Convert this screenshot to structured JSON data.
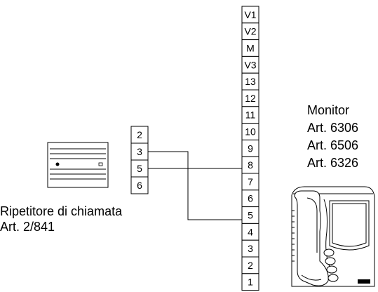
{
  "rep_terminals": [
    "2",
    "3",
    "5",
    "6"
  ],
  "mon_terminals": [
    "V1",
    "V2",
    "M",
    "V3",
    "13",
    "12",
    "11",
    "10",
    "9",
    "8",
    "7",
    "6",
    "5",
    "4",
    "3",
    "2",
    "1"
  ],
  "repeater": {
    "line1": "Ripetitore di chiamata",
    "line2": "Art. 2/841"
  },
  "monitor": {
    "line1": "Monitor",
    "line2": "Art. 6306",
    "line3": "Art. 6506",
    "line4": "Art. 6326"
  },
  "connections": [
    {
      "from": "3",
      "to": "5"
    },
    {
      "from": "5",
      "to": "8"
    }
  ],
  "colors": {
    "line": "#000000",
    "background": "#ffffff"
  }
}
